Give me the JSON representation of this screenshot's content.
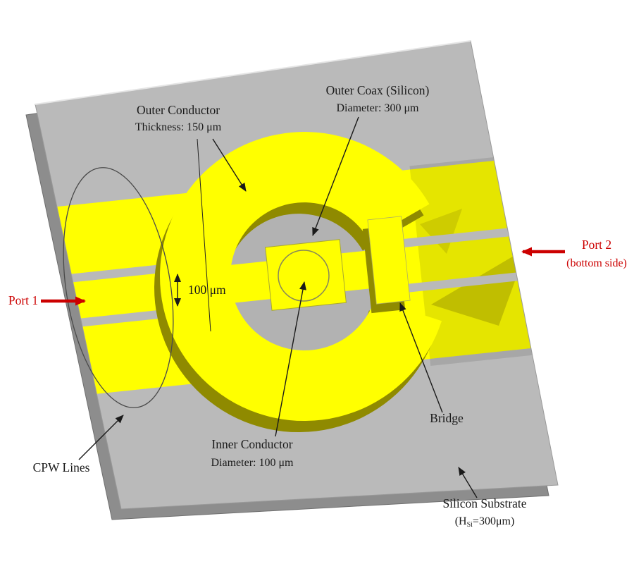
{
  "figure": {
    "type": "3d-model-annotation",
    "colors": {
      "background": "#ffffff",
      "substrate_top": "#bababa",
      "substrate_side": "#8d8d8d",
      "metal": "#ffff00",
      "metal_shadow": "#8f8a00",
      "coax_hole": "#b2b2b2",
      "annotation_text": "#1a1a1a",
      "port_accent": "#cc0000"
    },
    "annotations": {
      "outer_conductor": {
        "line1": "Outer Conductor",
        "line2": "Thickness: 150 μm"
      },
      "outer_coax": {
        "line1": "Outer Coax (Silicon)",
        "line2": "Diameter: 300 μm"
      },
      "port1": {
        "label": "Port 1"
      },
      "port2": {
        "line1": "Port 2",
        "line2": "(bottom side)"
      },
      "strip_width": {
        "label": "100 μm"
      },
      "inner_conductor": {
        "line1": "Inner Conductor",
        "line2": "Diameter: 100 μm"
      },
      "bridge": {
        "label": "Bridge"
      },
      "cpw_lines": {
        "label": "CPW Lines"
      },
      "substrate": {
        "line1": "Silicon Substrate",
        "line2_prefix": "(H",
        "line2_sub": "Si",
        "line2_suffix": "=300μm)"
      }
    }
  }
}
